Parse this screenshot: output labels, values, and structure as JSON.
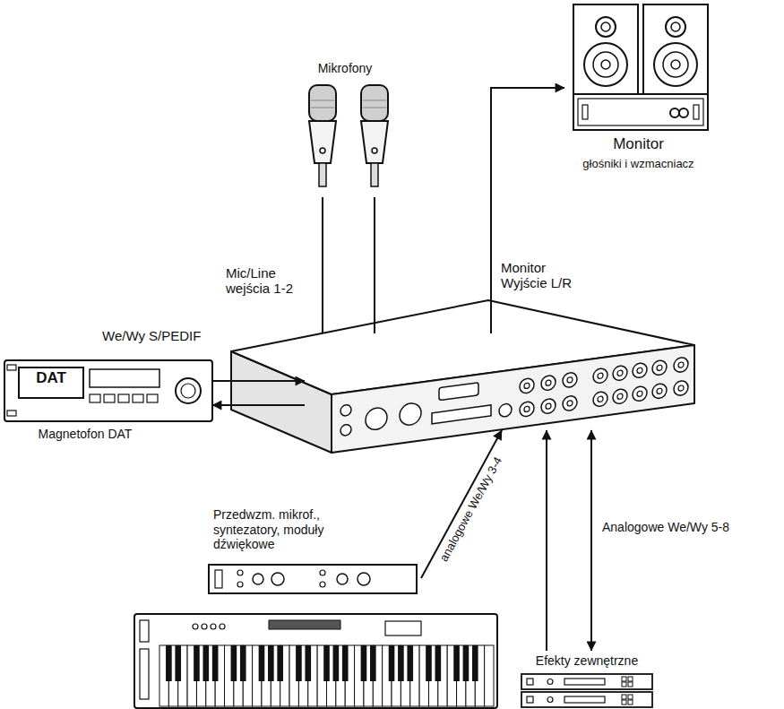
{
  "diagram": {
    "nodes": [
      {
        "text": [
          "Mikrofony"
        ]
      },
      {
        "text": [
          "Monitor",
          "głośniki i wzmacniacz"
        ]
      },
      {
        "text": [
          "DAT",
          "Magnetofon DAT"
        ]
      },
      {
        "text": []
      },
      {
        "text": [
          "Przedwzm. mikrof., syntezatory, moduły dźwiękowe"
        ]
      },
      {
        "text": [
          "Efekty zewnętrzne"
        ]
      }
    ],
    "edges": [
      {
        "from": 0,
        "to": 3,
        "arrow": "none",
        "label": "Mic/Line wejścia 1-2"
      },
      {
        "from": 3,
        "to": 1,
        "arrow": "to",
        "label": "Monitor Wyjście L/R"
      },
      {
        "from": 2,
        "to": 3,
        "arrow": "to",
        "label": "We/Wy S/PEDIF"
      },
      {
        "from": 3,
        "to": 2,
        "arrow": "to"
      },
      {
        "from": 4,
        "to": 3,
        "arrow": "to",
        "label": "analogowe We/Wy 3-4"
      },
      {
        "from": 5,
        "to": 3,
        "arrow": "to"
      },
      {
        "from": 3,
        "to": 5,
        "arrow": "both",
        "label": "Analogowe We/Wy 5-8"
      }
    ]
  }
}
